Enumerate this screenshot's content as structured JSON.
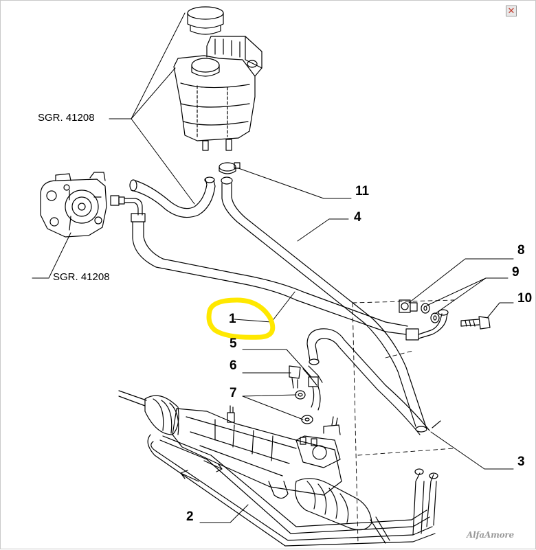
{
  "viewer": {
    "close_label": "✕"
  },
  "diagram": {
    "group_refs": [
      {
        "id": "upper",
        "text": "SGR. 41208"
      },
      {
        "id": "lower",
        "text": "SGR. 41208"
      }
    ],
    "callouts": [
      {
        "id": "c1",
        "text": "1"
      },
      {
        "id": "c2",
        "text": "2"
      },
      {
        "id": "c3",
        "text": "3"
      },
      {
        "id": "c4",
        "text": "4"
      },
      {
        "id": "c5",
        "text": "5"
      },
      {
        "id": "c6",
        "text": "6"
      },
      {
        "id": "c7",
        "text": "7"
      },
      {
        "id": "c8",
        "text": "8"
      },
      {
        "id": "c9",
        "text": "9"
      },
      {
        "id": "c10",
        "text": "10"
      },
      {
        "id": "c11",
        "text": "11"
      }
    ],
    "highlight_color": "#ffe800",
    "watermark": "AlfaAmore"
  }
}
